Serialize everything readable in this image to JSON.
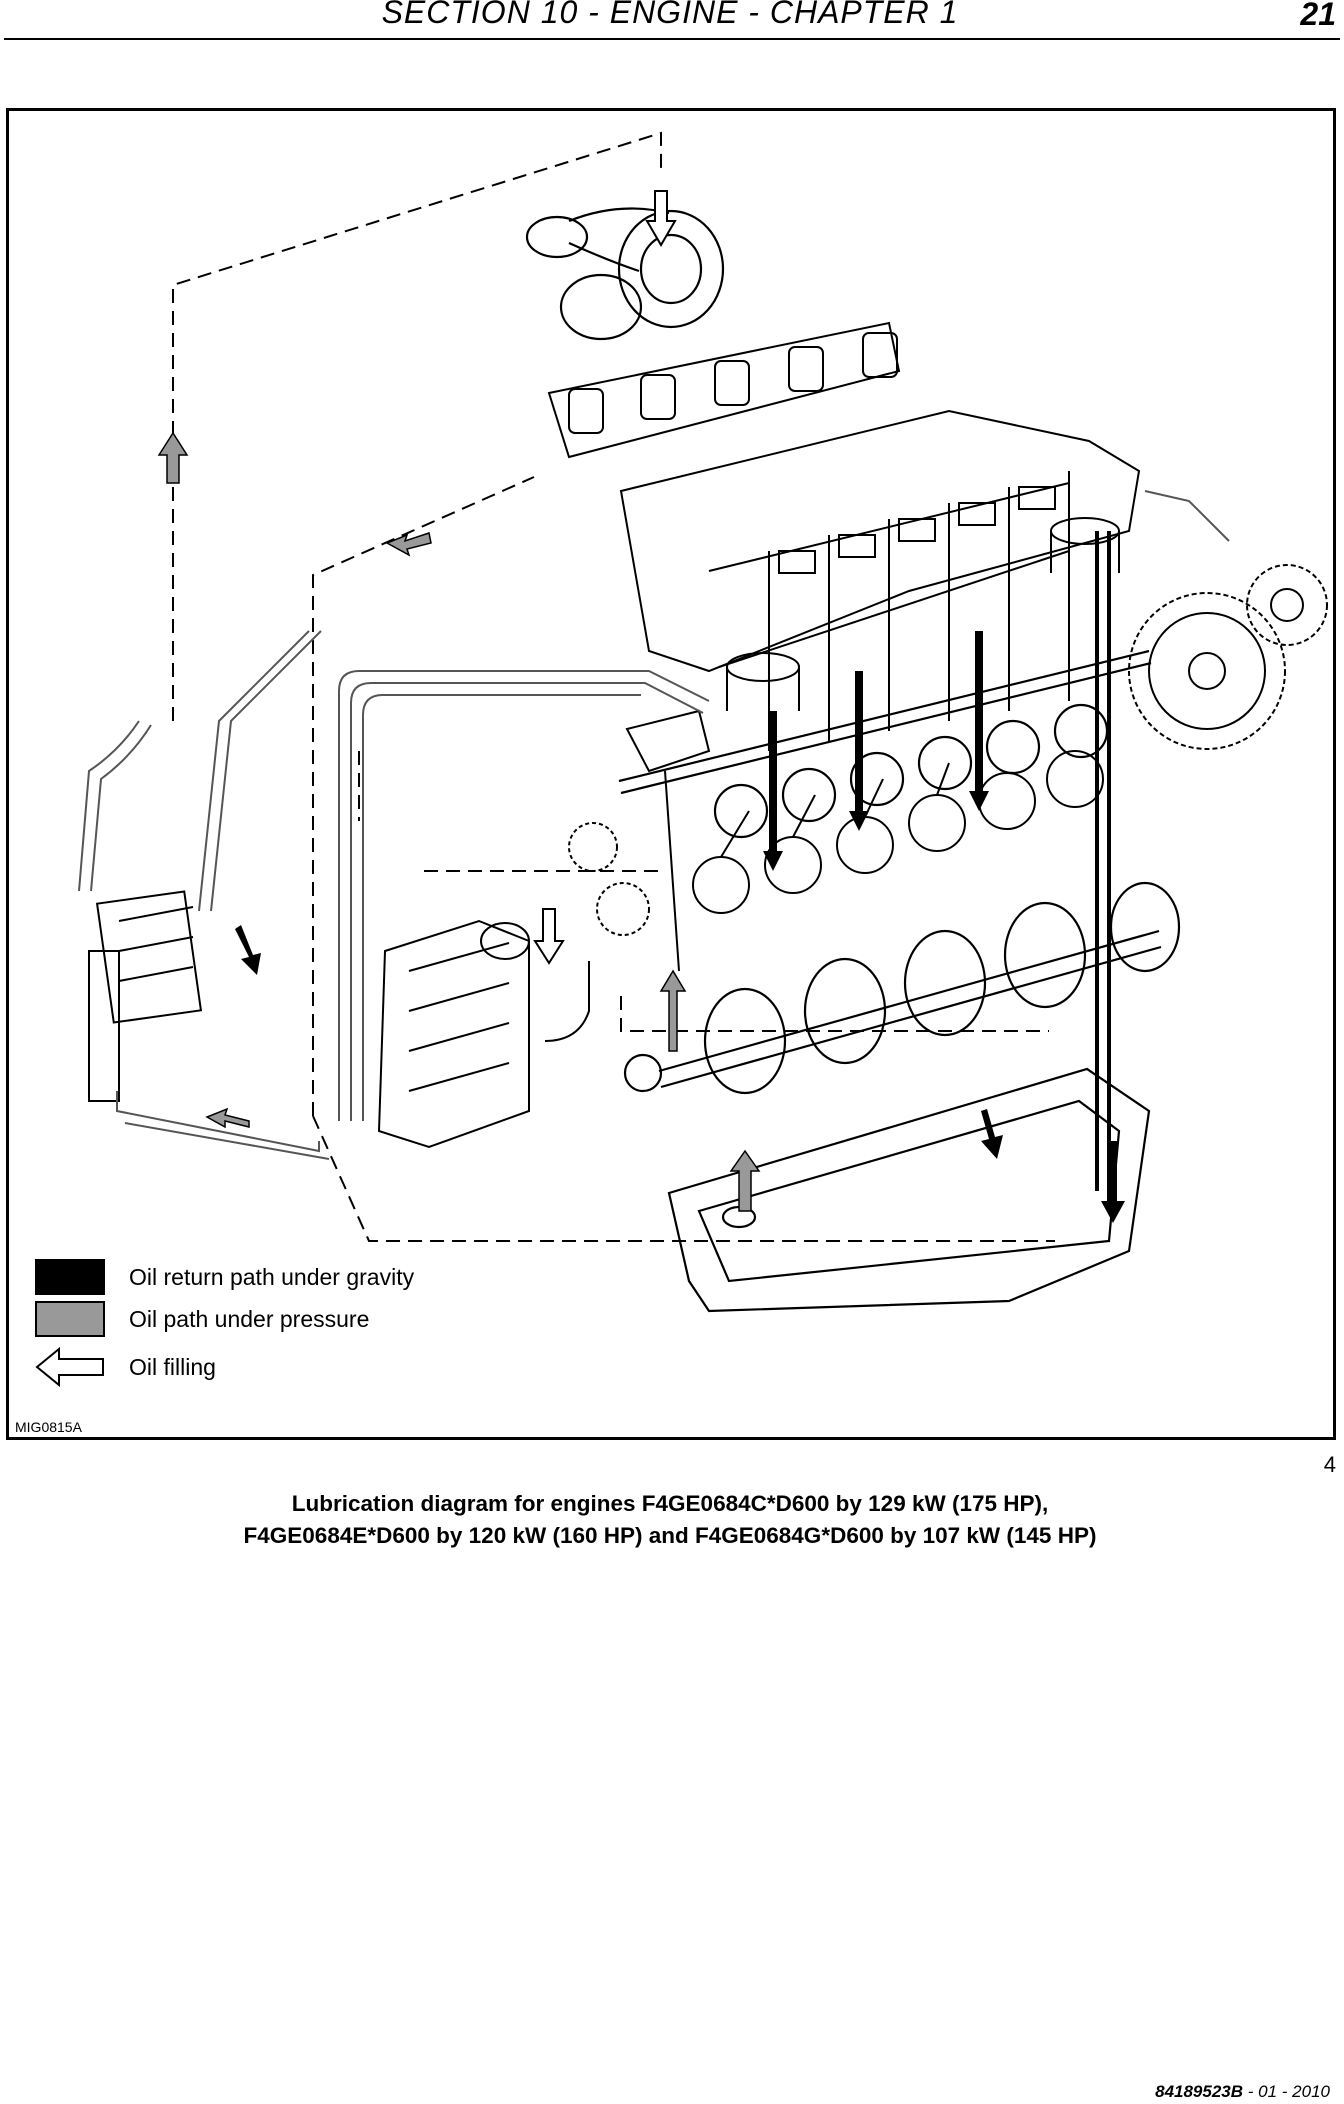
{
  "header": {
    "section_title": "SECTION 10 - ENGINE - CHAPTER 1",
    "page_number": "21"
  },
  "figure": {
    "code": "MIG0815A",
    "number": "4",
    "legend": [
      {
        "label": "Oil return path under gravity",
        "color": "#000000",
        "icon": "black-swatch"
      },
      {
        "label": "Oil path under pressure",
        "color": "#999999",
        "icon": "gray-swatch"
      },
      {
        "label": "Oil filling",
        "icon": "outline-arrow-left-icon"
      }
    ]
  },
  "caption": {
    "line1": "Lubrication diagram for engines F4GE0684C*D600 by 129 kW (175 HP),",
    "line2": "F4GE0684E*D600 by 120 kW (160 HP) and F4GE0684G*D600 by 107 kW (145 HP)"
  },
  "footer": {
    "doc_code": "84189523B",
    "date": "- 01 - 2010"
  }
}
